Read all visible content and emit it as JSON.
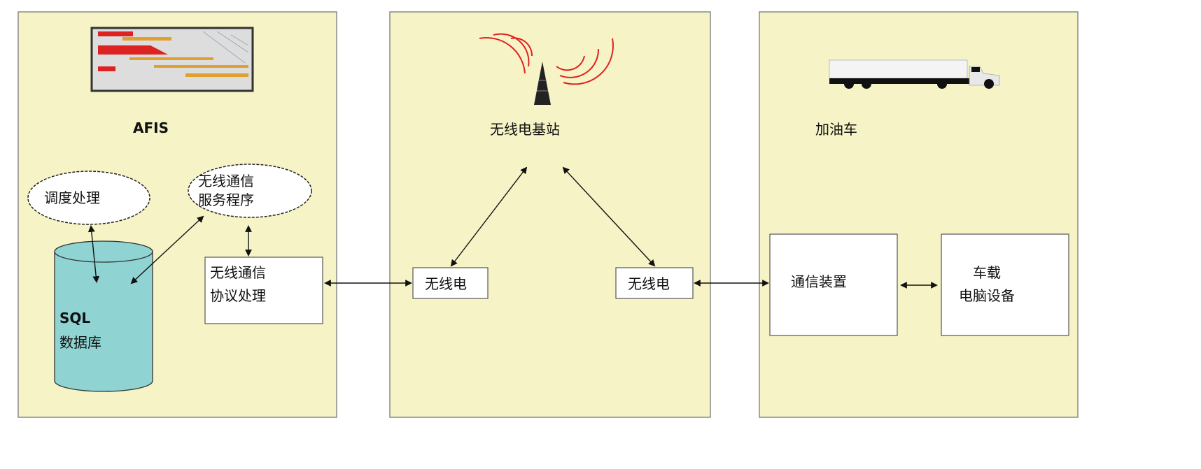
{
  "afis": {
    "title": "AFIS",
    "dispatch": "调度处理",
    "wireless_service": [
      "无线通信",
      "服务程序"
    ],
    "database": [
      "SQL",
      "数据库"
    ],
    "protocol": [
      "无线通信",
      "协议处理"
    ]
  },
  "base_station": {
    "title": "无线电基站",
    "radio_left": "无线电",
    "radio_right": "无线电"
  },
  "truck": {
    "title": "加油车",
    "comm_device": "通信装置",
    "onboard_computer": [
      "车载",
      "电脑设备"
    ]
  },
  "colors": {
    "panel": "#f6f4c6",
    "database": "#8fd3d3",
    "signal": "#e02020"
  }
}
